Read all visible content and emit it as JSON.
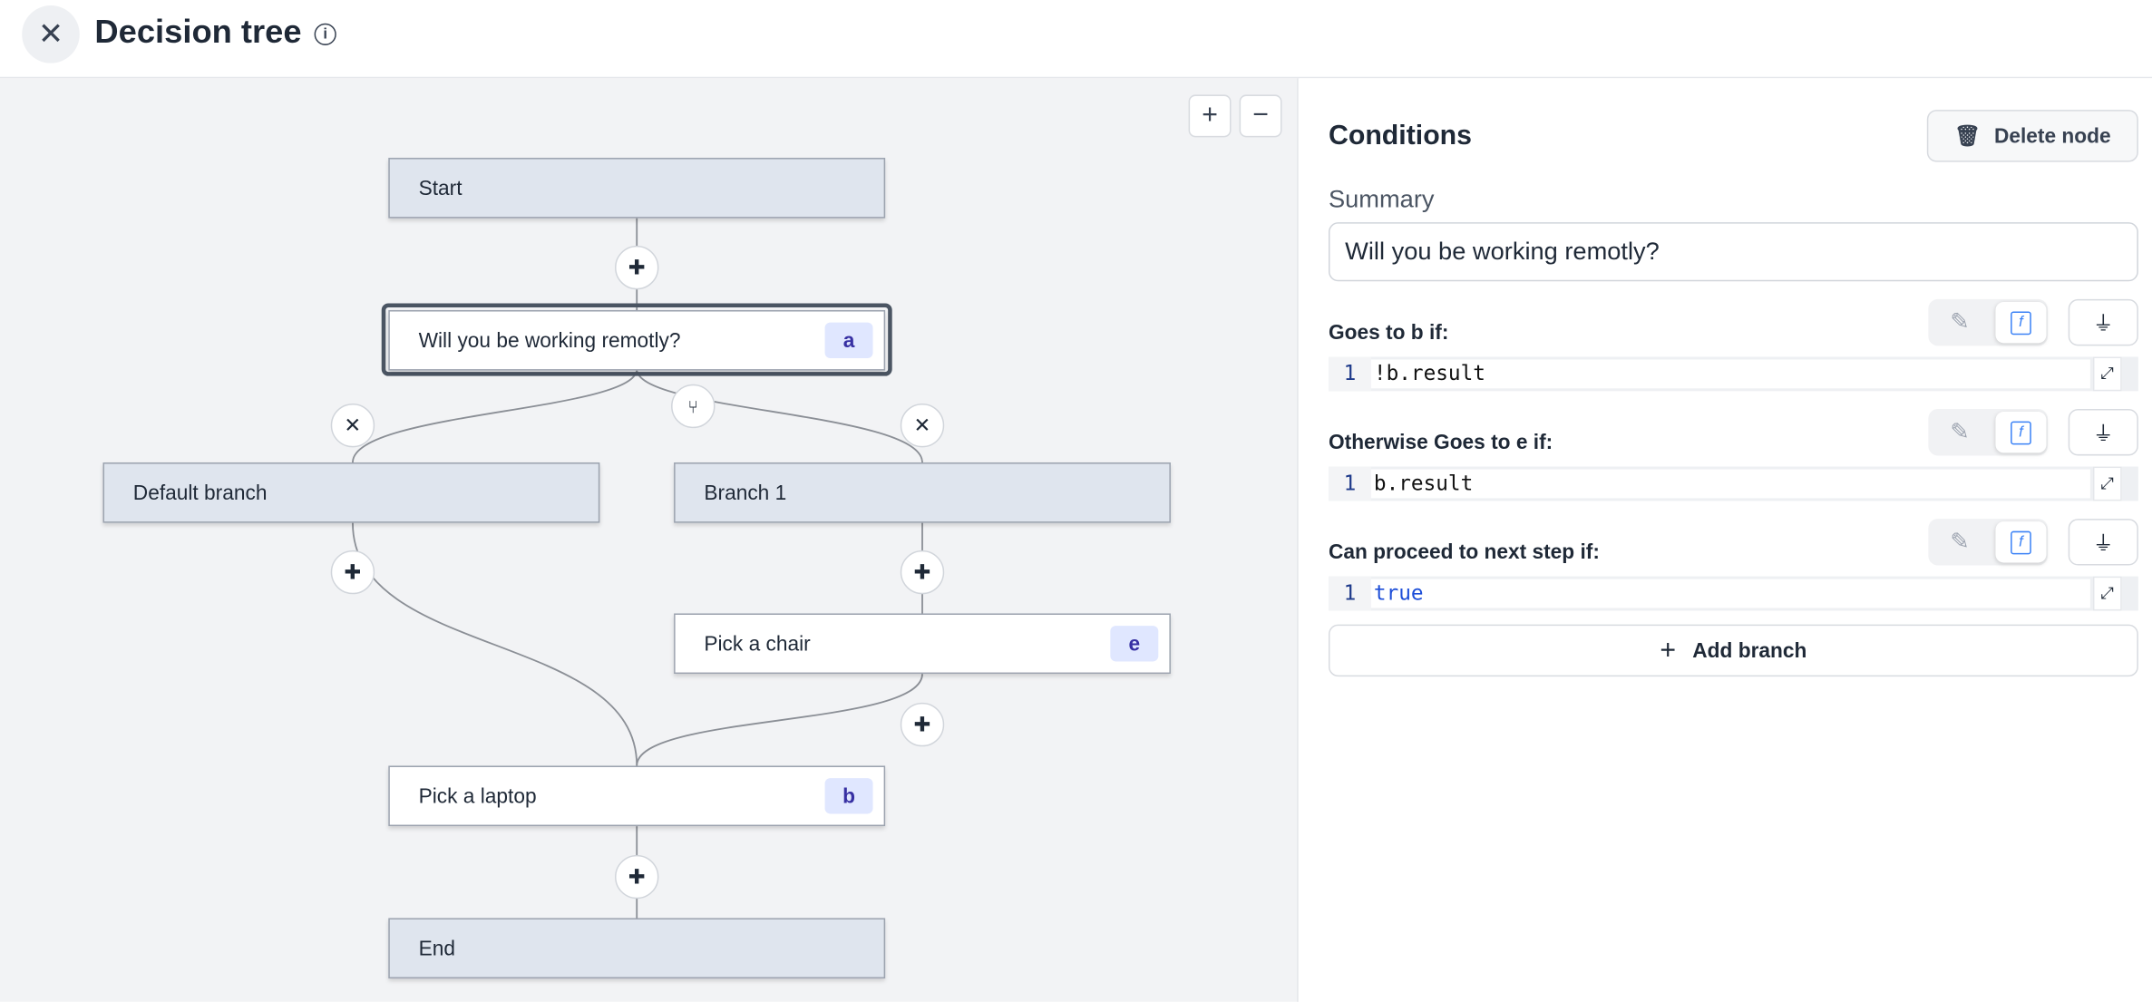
{
  "header": {
    "title": "Decision tree",
    "close_icon": "close-icon",
    "info_icon": "info-icon"
  },
  "canvas": {
    "zoom_in": "+",
    "zoom_out": "−",
    "nodes": {
      "start": {
        "label": "Start"
      },
      "question": {
        "label": "Will you be working remotly?",
        "badge": "a"
      },
      "default_branch": {
        "label": "Default branch"
      },
      "branch1": {
        "label": "Branch 1"
      },
      "chair": {
        "label": "Pick a chair",
        "badge": "e"
      },
      "laptop": {
        "label": "Pick a laptop",
        "badge": "b"
      },
      "end": {
        "label": "End"
      }
    }
  },
  "panel": {
    "title": "Conditions",
    "delete_label": "Delete node",
    "summary_label": "Summary",
    "summary_value": "Will you be working remotly?",
    "conditions": [
      {
        "label": "Goes to b if:",
        "line": "1",
        "code": "!b.result"
      },
      {
        "label": "Otherwise Goes to e if:",
        "line": "1",
        "code": "b.result"
      },
      {
        "label": "Can proceed to next step if:",
        "line": "1",
        "code": "true"
      }
    ],
    "add_branch_label": "Add branch",
    "colors": {
      "accent": "#3b82f6",
      "badge_bg": "#e0e7ff",
      "badge_text": "#3730a3",
      "keyword": "#1d4ed8"
    }
  }
}
